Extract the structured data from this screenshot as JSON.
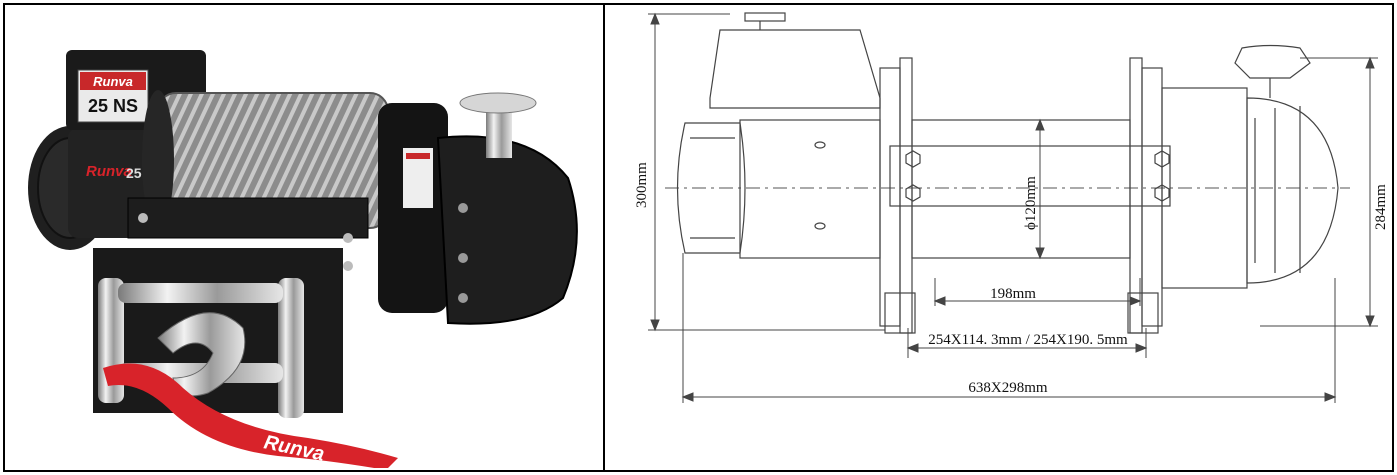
{
  "photo": {
    "brand_label": "Runva",
    "model_label": "25 NS",
    "side_brand": "Runva",
    "side_model": "25",
    "strap_brand": "Runva"
  },
  "drawing": {
    "height_total": "300mm",
    "height_motor": "284mm",
    "drum_diameter": "ϕ120mm",
    "drum_length": "198mm",
    "mount_pattern": "254X114. 3mm / 254X190. 5mm",
    "overall_size": "638X298mm"
  },
  "colors": {
    "strap_red": "#d8232a",
    "winch_black": "#1c1c1c",
    "cable_gray": "#9a9a9a",
    "line": "#444444"
  }
}
